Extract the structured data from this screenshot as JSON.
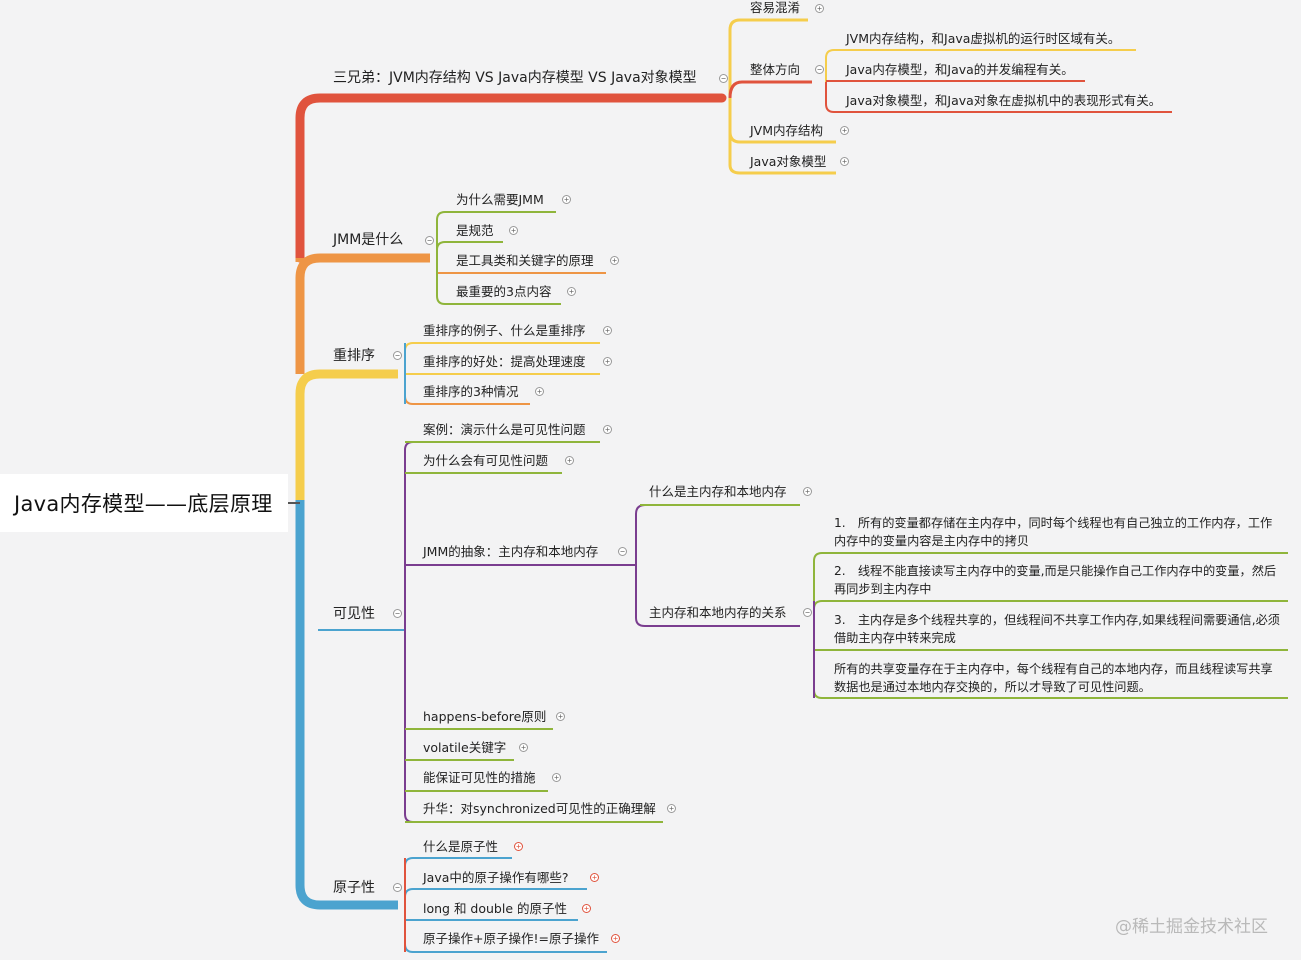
{
  "root": "Java内存模型——底层原理",
  "branches": {
    "b1": {
      "label": "三兄弟：JVM内存结构 VS Java内存模型 VS Java对象模型",
      "c1": "容易混淆",
      "c2": "整体方向",
      "c2_items": [
        "JVM内存结构，和Java虚拟机的运行时区域有关。",
        "Java内存模型，和Java的并发编程有关。",
        "Java对象模型，和Java对象在虚拟机中的表现形式有关。"
      ],
      "c3": "JVM内存结构",
      "c4": "Java对象模型"
    },
    "b2": {
      "label": "JMM是什么",
      "items": [
        "为什么需要JMM",
        "是规范",
        "是工具类和关键字的原理",
        "最重要的3点内容"
      ]
    },
    "b3": {
      "label": "重排序",
      "items": [
        "重排序的例子、什么是重排序",
        "重排序的好处：提高处理速度",
        "重排序的3种情况"
      ]
    },
    "b4": {
      "label": "可见性",
      "items": [
        "案例：演示什么是可见性问题",
        "为什么会有可见性问题",
        "JMM的抽象：主内存和本地内存",
        "happens-before原则",
        "volatile关键字",
        "能保证可见性的措施",
        "升华：对synchronized可见性的正确理解"
      ],
      "abs": {
        "c1": "什么是主内存和本地内存",
        "c2": "主内存和本地内存的关系",
        "notes": [
          "1.　所有的变量都存储在主内存中，同时每个线程也有自己独立的工作内存，工作内存中的变量内容是主内存中的拷贝",
          "2.　线程不能直接读写主内存中的变量,而是只能操作自己工作内存中的变量，然后再同步到主内存中",
          "3.　主内存是多个线程共享的，但线程间不共享工作内存,如果线程间需要通信,必须借助主内存中转来完成",
          "所有的共享变量存在于主内存中，每个线程有自己的本地内存，而且线程读写共享数据也是通过本地内存交换的，所以才导致了可见性问题。"
        ]
      }
    },
    "b5": {
      "label": "原子性",
      "items": [
        "什么是原子性",
        "Java中的原子操作有哪些?",
        "long 和 double 的原子性",
        "原子操作+原子操作!=原子操作"
      ]
    }
  },
  "colors": {
    "red": "#e0533d",
    "orange": "#ee9545",
    "yellow": "#f5cd4c",
    "blue": "#4ba3cf",
    "purple": "#7a3d8f",
    "green": "#8fb53b",
    "teal": "#3e8fa8"
  },
  "watermark": "@稀土掘金技术社区"
}
